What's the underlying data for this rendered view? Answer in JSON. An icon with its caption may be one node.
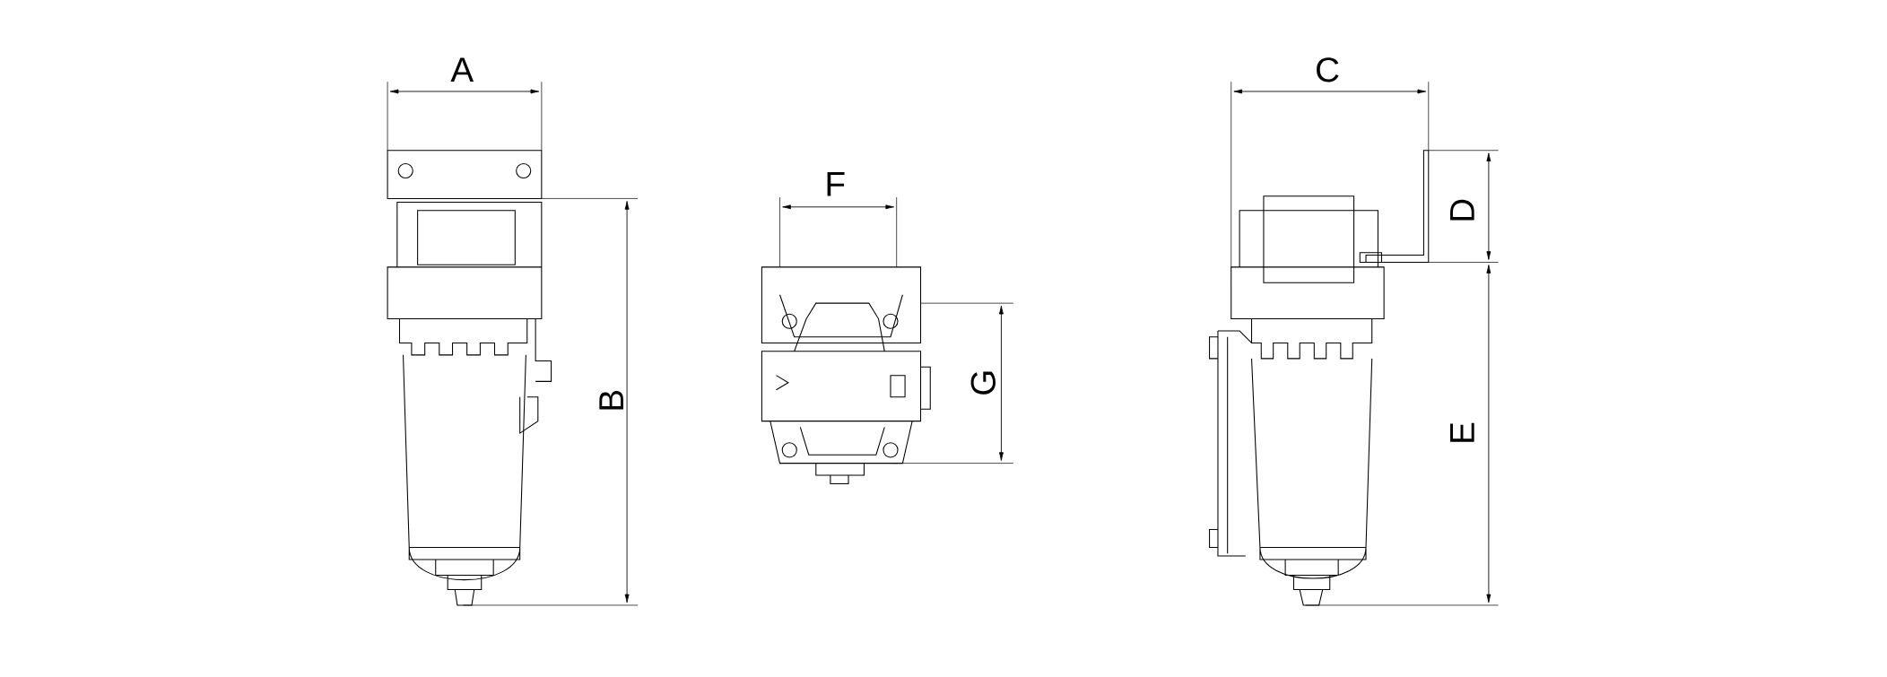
{
  "diagram": {
    "labels": [
      "A",
      "C",
      "F",
      "D",
      "G",
      "B",
      "E"
    ]
  }
}
